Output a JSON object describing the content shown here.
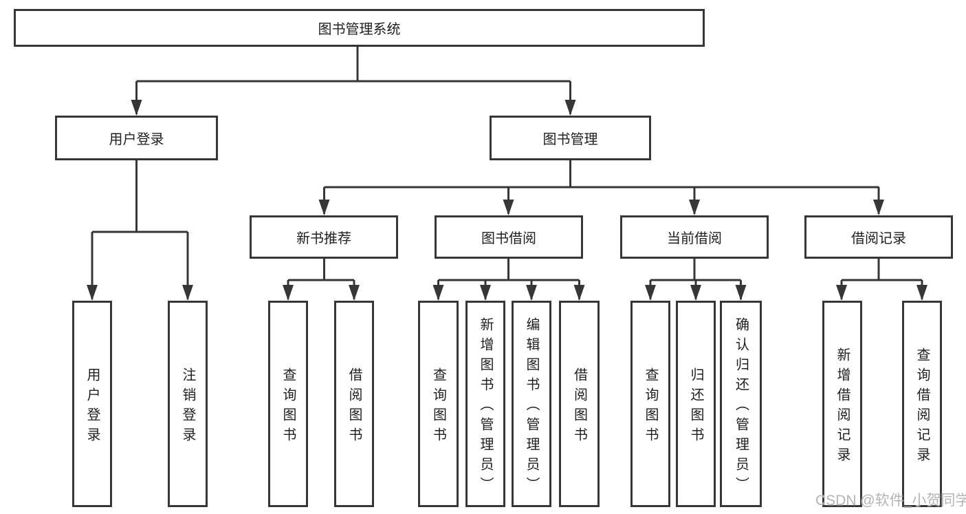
{
  "watermark": "CSDN @软件_小贺同学",
  "colors": {
    "line": "#363636",
    "box_border": "#363636",
    "text": "#1f1f1f",
    "watermark": "#b4b4b4",
    "background": "#ffffff"
  },
  "tree": {
    "label": "图书管理系统",
    "children": [
      {
        "label": "用户登录",
        "children": [
          {
            "label": "用户登录"
          },
          {
            "label": "注销登录"
          }
        ]
      },
      {
        "label": "图书管理",
        "children": [
          {
            "label": "新书推荐",
            "children": [
              {
                "label": "查询图书"
              },
              {
                "label": "借阅图书"
              }
            ]
          },
          {
            "label": "图书借阅",
            "children": [
              {
                "label": "查询图书"
              },
              {
                "label": "新增图书（管理员）"
              },
              {
                "label": "编辑图书（管理员）"
              },
              {
                "label": "借阅图书"
              }
            ]
          },
          {
            "label": "当前借阅",
            "children": [
              {
                "label": "查询图书"
              },
              {
                "label": "归还图书"
              },
              {
                "label": "确认归还（管理员）"
              }
            ]
          },
          {
            "label": "借阅记录",
            "children": [
              {
                "label": "新增借阅记录"
              },
              {
                "label": "查询借阅记录"
              }
            ]
          }
        ]
      }
    ]
  }
}
